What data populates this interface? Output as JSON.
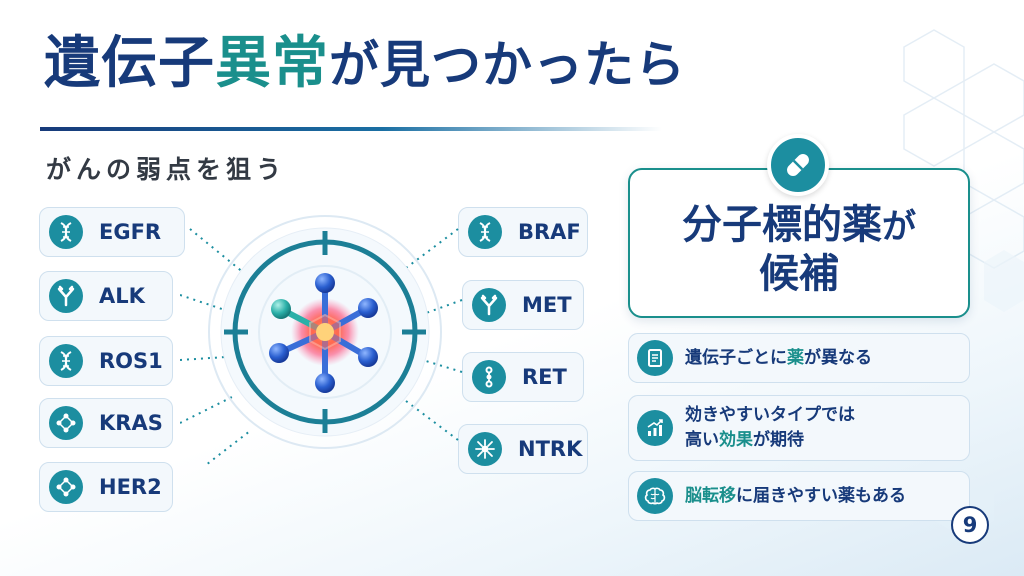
{
  "title": {
    "part1": "遺伝子",
    "part2": "異常",
    "part3": "が",
    "part4": "見つかったら"
  },
  "subtitle": "がんの弱点を狙う",
  "genes_left": [
    {
      "label": "EGFR",
      "icon": "dna-icon"
    },
    {
      "label": "ALK",
      "icon": "antibody-icon"
    },
    {
      "label": "ROS1",
      "icon": "dna-icon"
    },
    {
      "label": "KRAS",
      "icon": "molecule-icon"
    },
    {
      "label": "HER2",
      "icon": "molecule-icon"
    }
  ],
  "genes_right": [
    {
      "label": "BRAF",
      "icon": "dna-icon"
    },
    {
      "label": "MET",
      "icon": "antibody-icon"
    },
    {
      "label": "RET",
      "icon": "chain-icon"
    },
    {
      "label": "NTRK",
      "icon": "neuron-icon"
    }
  ],
  "recommendation": {
    "line1": "分子標的薬",
    "line1_suffix": "が",
    "line2": "候補"
  },
  "features": [
    {
      "pre": "遺伝子ごとに",
      "hl": "薬",
      "post": "が異なる",
      "icon": "document-icon"
    },
    {
      "line1": "効きやすいタイプでは",
      "pre2": "高い",
      "hl": "効果",
      "post2": "が期待",
      "icon": "chart-up-icon"
    },
    {
      "hl": "脳転移",
      "post": "に届きやすい薬もある",
      "icon": "brain-icon"
    }
  ],
  "page_number": "9",
  "colors": {
    "navy": "#173a7a",
    "teal": "#1a8f8c",
    "icon_bg": "#1c8ea0",
    "card_bg": "#f3f8fc",
    "card_border": "#cfe0ee",
    "target_core": "#ff5a3c"
  }
}
